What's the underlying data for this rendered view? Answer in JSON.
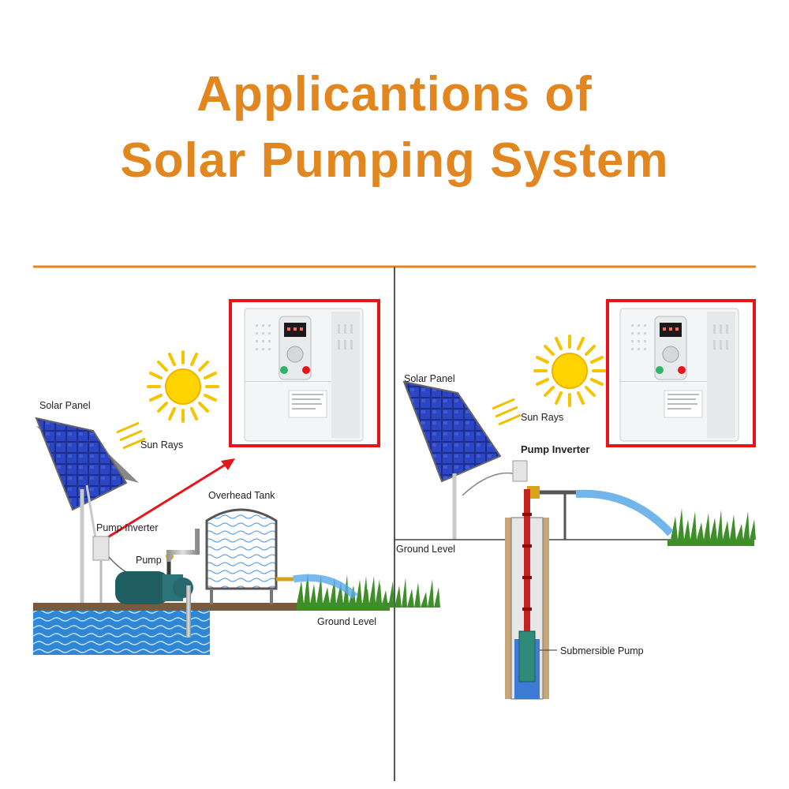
{
  "title": {
    "line1": "Applicantions of",
    "line2": "Solar Pumping System"
  },
  "colors": {
    "title": "#e2861f",
    "divider": "#e2861f",
    "highlight_box": "#e8141c",
    "water": "#2f86d4",
    "ground": "#7a5a3c",
    "grass": "#3e8f27"
  },
  "left_diagram": {
    "solar_panel": "Solar Panel",
    "sun_rays": "Sun Rays",
    "pump_inverter": "Pump Inverter",
    "overhead_tank": "Overhead Tank",
    "pump": "Pump",
    "ground_level": "Ground Level"
  },
  "right_diagram": {
    "solar_panel": "Solar Panel",
    "sun_rays": "Sun Rays",
    "pump_inverter": "Pump Inverter",
    "ground_level": "Ground Level",
    "submersible_pump": "Submersible Pump"
  }
}
